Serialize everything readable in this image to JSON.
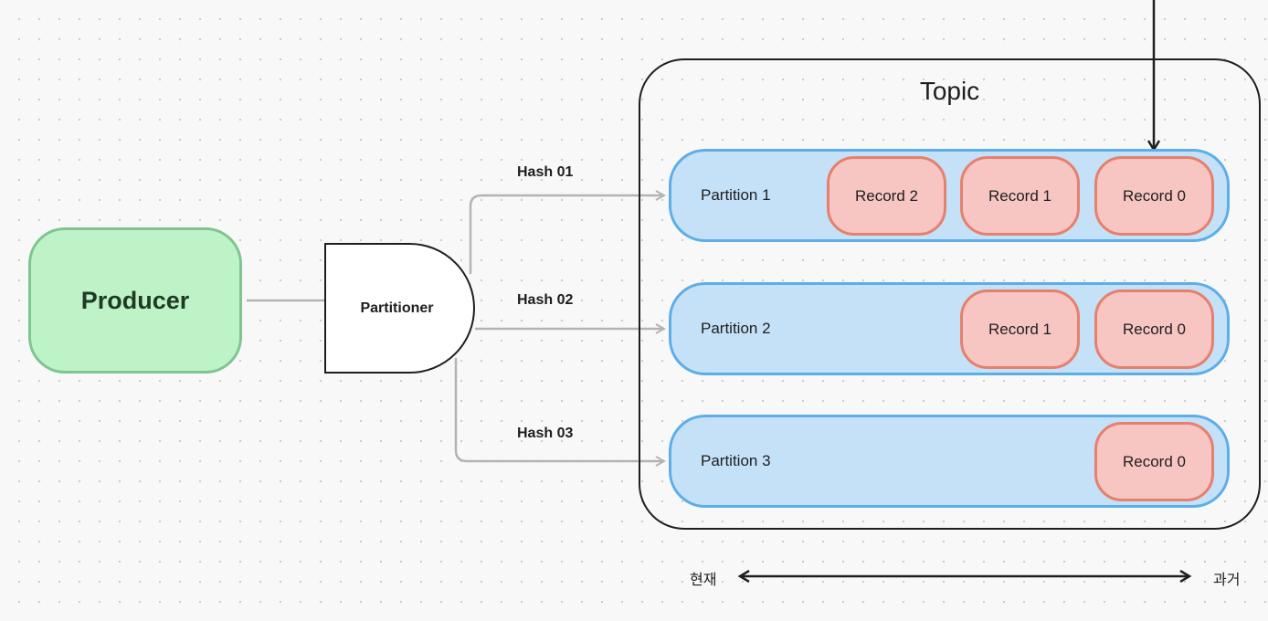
{
  "producer": {
    "label": "Producer"
  },
  "partitioner": {
    "label": "Partitioner"
  },
  "hashes": [
    {
      "label": "Hash 01"
    },
    {
      "label": "Hash 02"
    },
    {
      "label": "Hash 03"
    }
  ],
  "topic": {
    "title": "Topic",
    "partitions": [
      {
        "label": "Partition 1",
        "records": [
          "Record 2",
          "Record 1",
          "Record 0"
        ]
      },
      {
        "label": "Partition 2",
        "records": [
          "Record 1",
          "Record 0"
        ]
      },
      {
        "label": "Partition 3",
        "records": [
          "Record 0"
        ]
      }
    ]
  },
  "timeline": {
    "left_label": "현재",
    "right_label": "과거"
  },
  "colors": {
    "producer_fill": "#bef3c8",
    "producer_stroke": "#7ec591",
    "partition_fill": "#c4e1f8",
    "partition_stroke": "#5caee8",
    "record_fill": "#f7c6c2",
    "record_stroke": "#e6806e",
    "connector": "#b3b3b3",
    "outline": "#1e1e1e"
  }
}
